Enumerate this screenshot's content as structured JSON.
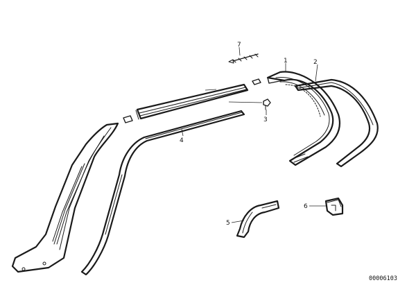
{
  "diagram": {
    "reference_number": "00006103",
    "callouts": {
      "c1": "1",
      "c2": "2",
      "c3": "3",
      "c4": "4",
      "c5": "5",
      "c6": "6",
      "c7": "7"
    }
  }
}
